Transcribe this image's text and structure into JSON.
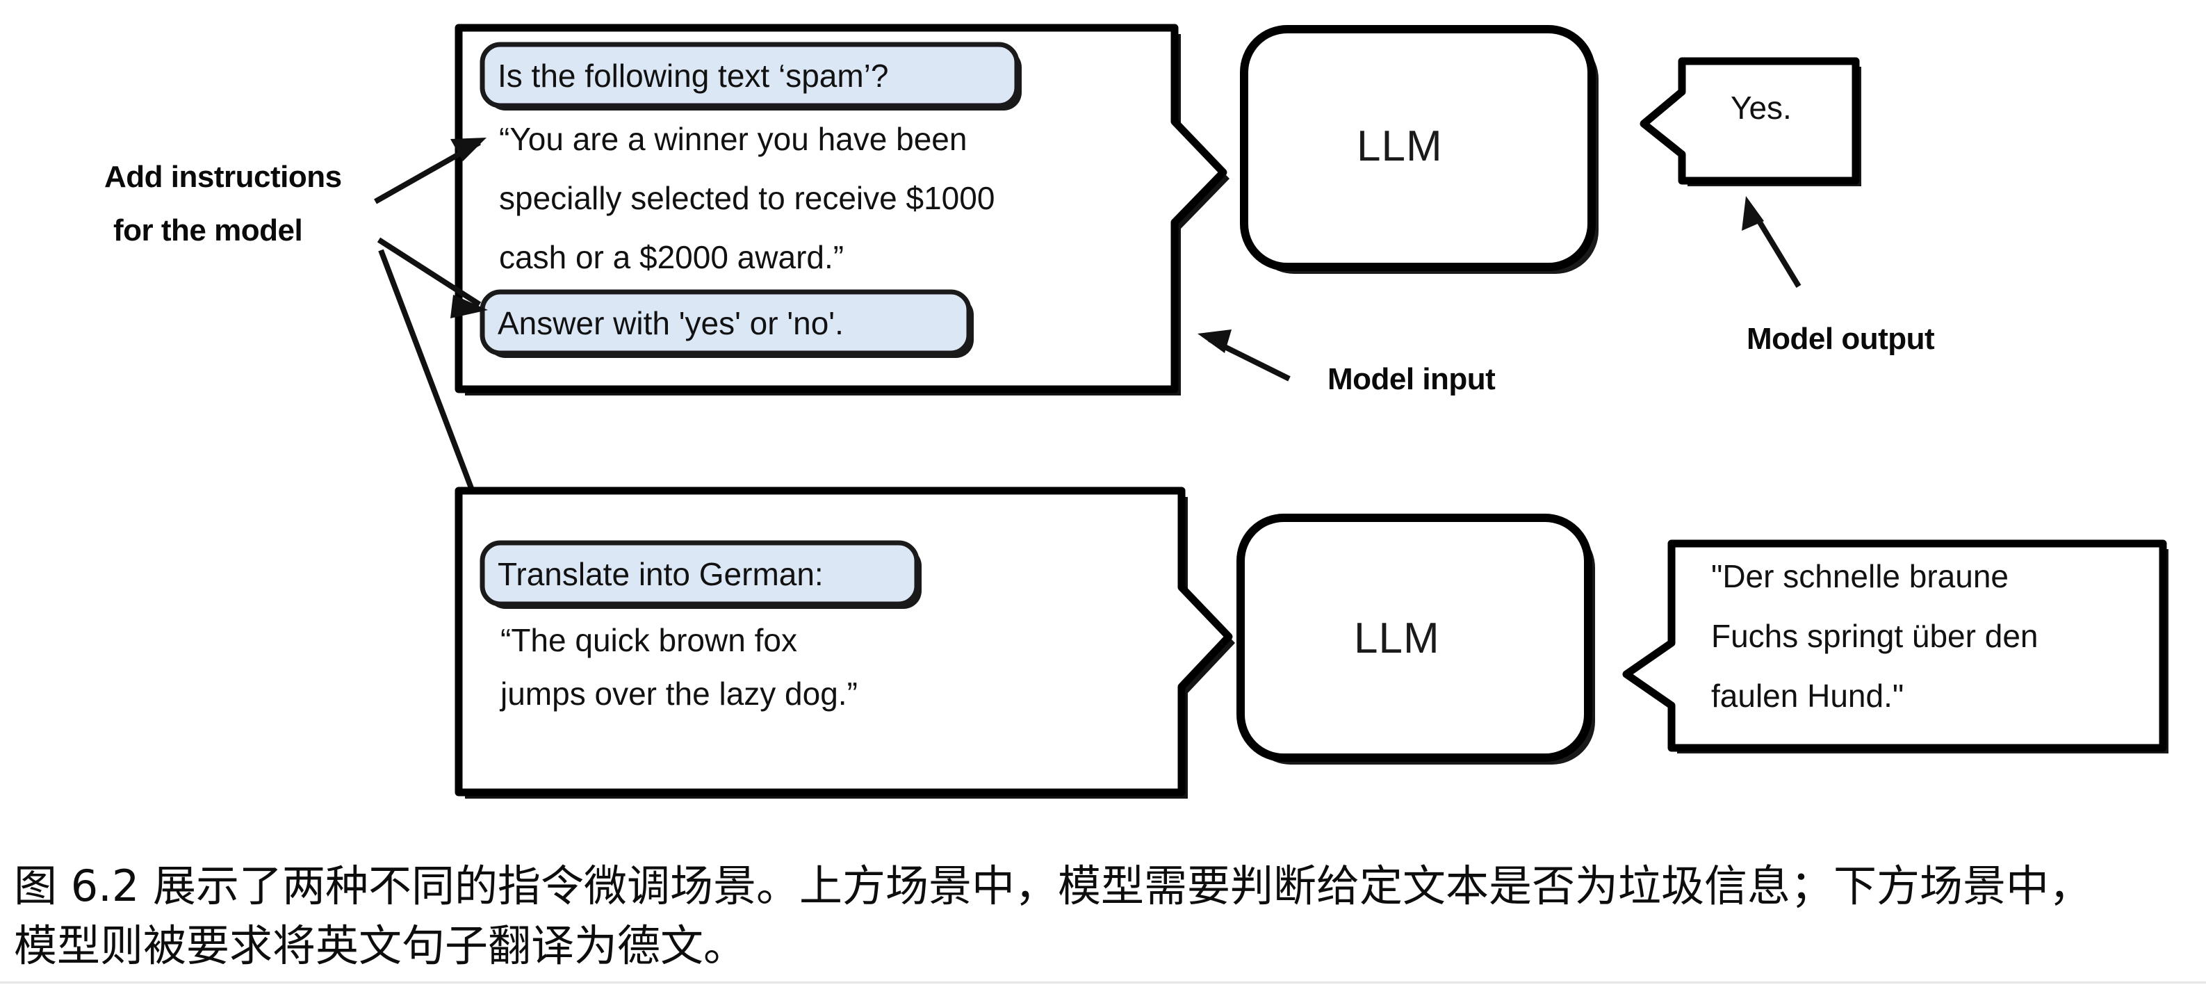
{
  "figure": {
    "annotations": {
      "add_instructions_line1": "Add instructions",
      "add_instructions_line2": "for the model",
      "model_input": "Model input",
      "model_output": "Model output"
    },
    "scenarios": [
      {
        "id": "spam-classification",
        "input_box": {
          "instruction_chip": "Is the following text ‘spam’?",
          "body_lines": [
            "“You are a winner you have been",
            "specially selected to receive $1000",
            "cash or a $2000 award.”"
          ],
          "answer_chip": "Answer with 'yes' or 'no'."
        },
        "model": {
          "label": "LLM"
        },
        "output_box": {
          "lines": [
            "Yes."
          ]
        }
      },
      {
        "id": "german-translation",
        "input_box": {
          "instruction_chip": "Translate into German:",
          "body_lines": [
            "“The quick brown fox",
            "jumps over the lazy dog.”"
          ],
          "answer_chip": null
        },
        "model": {
          "label": "LLM"
        },
        "output_box": {
          "lines": [
            "\"Der schnelle braune",
            "Fuchs springt über den",
            "faulen Hund.\""
          ]
        }
      }
    ],
    "colors": {
      "chip_fill": "#dce7f5",
      "stroke": "#000000",
      "text": "#111111",
      "background": "#ffffff"
    }
  },
  "caption": {
    "line1": "图 6.2 展示了两种不同的指令微调场景。上方场景中，模型需要判断给定文本是否为垃圾信息；下方场景中，",
    "line2": "模型则被要求将英文句子翻译为德文。"
  }
}
